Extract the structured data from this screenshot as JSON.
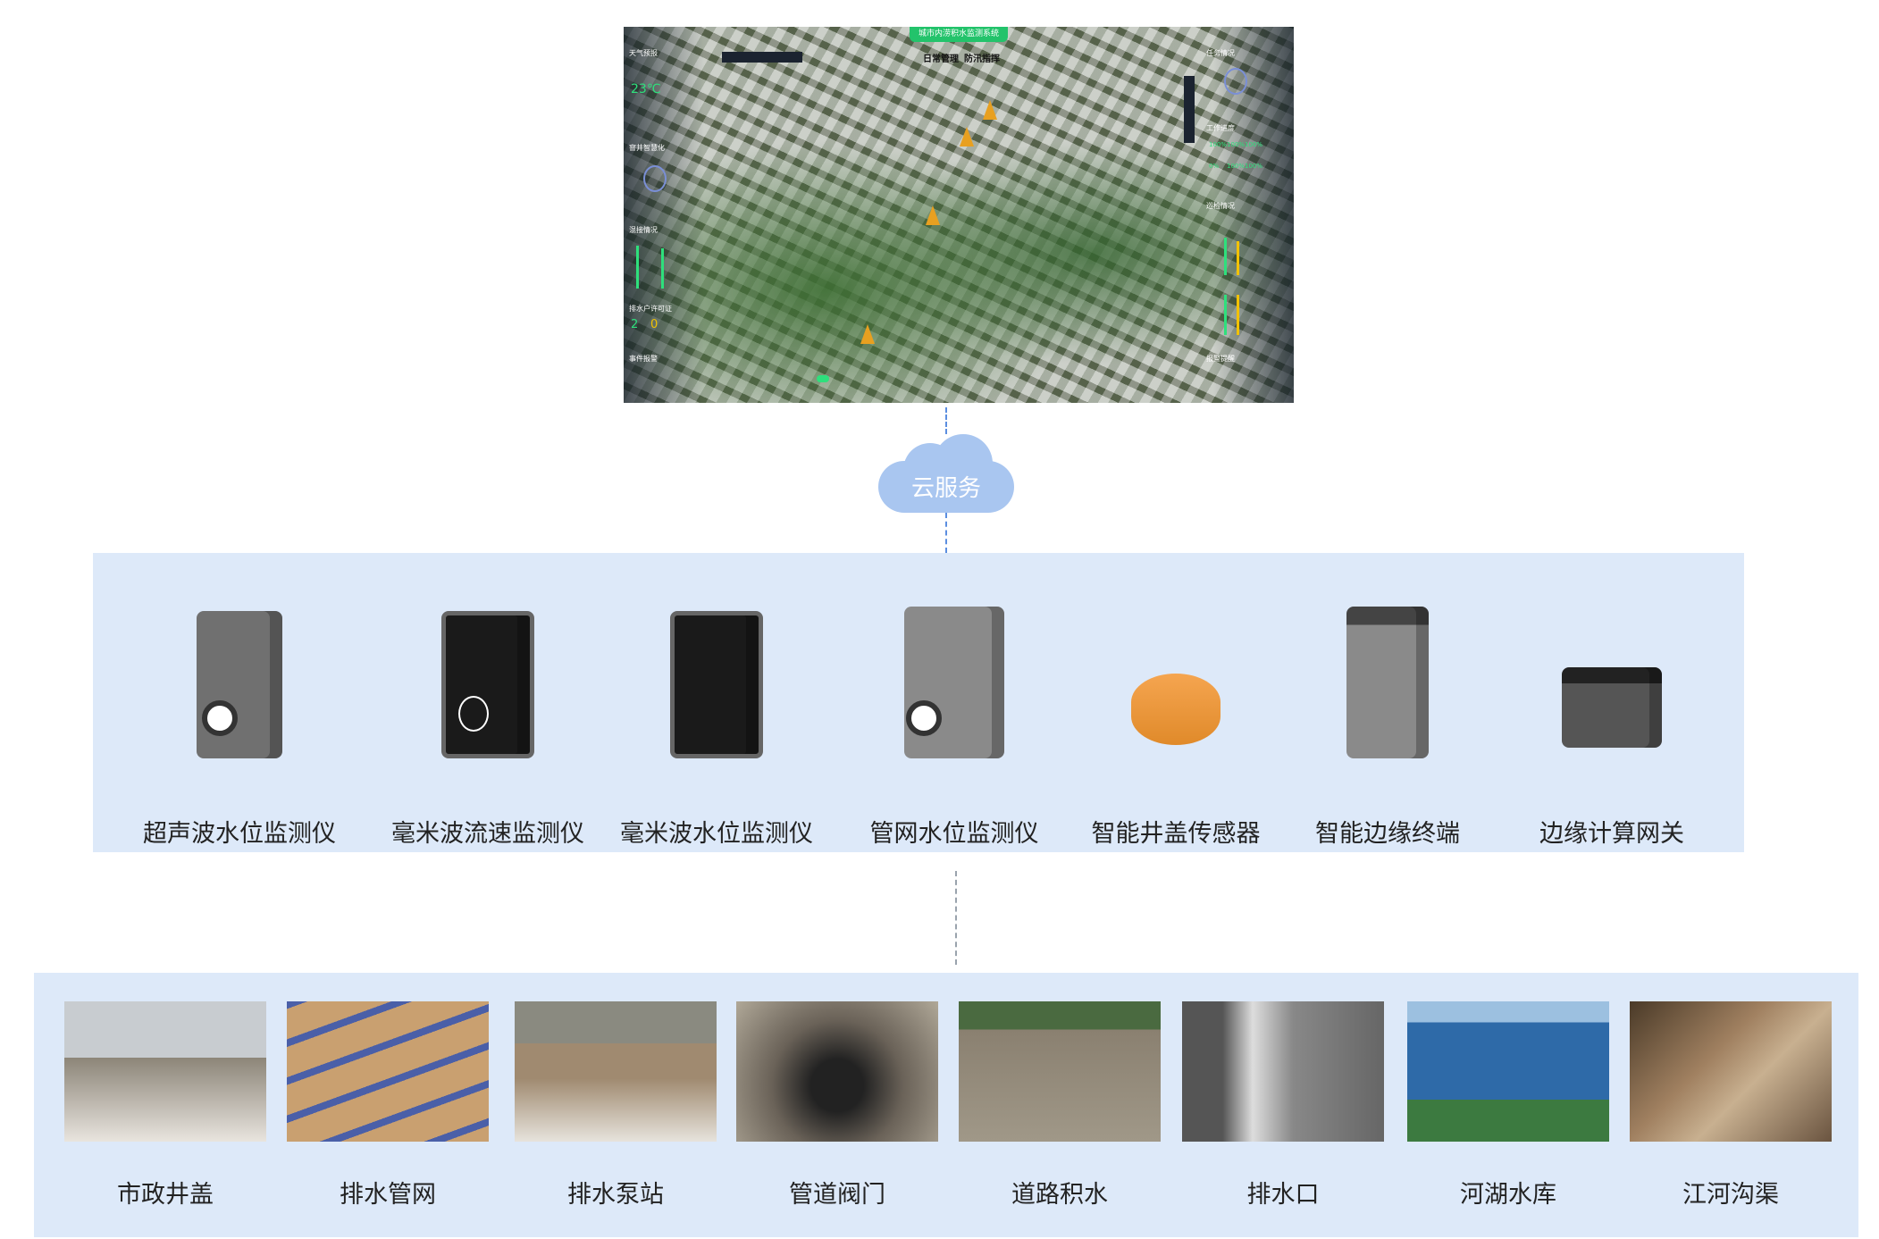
{
  "dashboard": {
    "title": "城市内涝积水监测系统",
    "nav": [
      "日常管理",
      "防汛指挥"
    ],
    "left_panels": [
      "天气预报",
      "窨井智慧化",
      "混接情况",
      "排水户许可证",
      "事件报警"
    ],
    "temperature": "23℃",
    "permit_counts": [
      "2",
      "0"
    ],
    "right_panels": [
      "任务情况",
      "工作进度",
      "巡检情况",
      "报警提醒"
    ],
    "progress": [
      "100%",
      "100%",
      "100%",
      "0%",
      "100%",
      "100%"
    ]
  },
  "cloud": {
    "label": "云服务",
    "color": "#a9c6f0"
  },
  "devices": [
    {
      "label": "超声波水位监测仪",
      "icon": "ultrasonic-sensor"
    },
    {
      "label": "毫米波流速监测仪",
      "icon": "mmwave-flow-sensor"
    },
    {
      "label": "毫米波水位监测仪",
      "icon": "mmwave-level-sensor"
    },
    {
      "label": "管网水位监测仪",
      "icon": "pipe-level-sensor"
    },
    {
      "label": "智能井盖传感器",
      "icon": "manhole-sensor"
    },
    {
      "label": "智能边缘终端",
      "icon": "edge-terminal"
    },
    {
      "label": "边缘计算网关",
      "icon": "edge-gateway"
    }
  ],
  "scenes": [
    {
      "label": "市政井盖"
    },
    {
      "label": "排水管网"
    },
    {
      "label": "排水泵站"
    },
    {
      "label": "管道阀门"
    },
    {
      "label": "道路积水"
    },
    {
      "label": "排水口"
    },
    {
      "label": "河湖水库"
    },
    {
      "label": "江河沟渠"
    }
  ],
  "colors": {
    "panel_bg": "#dde9f9",
    "accent_green": "#23c36b",
    "connector": "#5b8ee0"
  }
}
